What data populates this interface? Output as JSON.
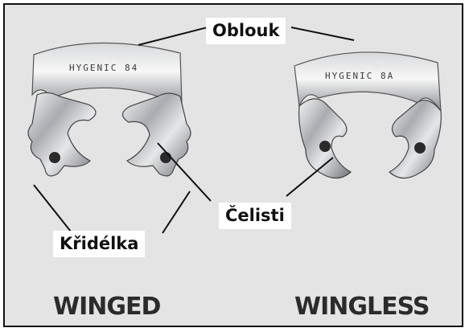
{
  "labels": {
    "bow": "Oblouk",
    "jaws": "Čelisti",
    "wings": "Křidélka"
  },
  "captions": {
    "left": "WINGED",
    "right": "WINGLESS"
  },
  "stamps": {
    "left": "HYGENIC 84",
    "right": "HYGENIC 8A"
  },
  "colors": {
    "background": "#e4e4e4",
    "metal": "#b9bcc0",
    "outline": "#111111"
  }
}
